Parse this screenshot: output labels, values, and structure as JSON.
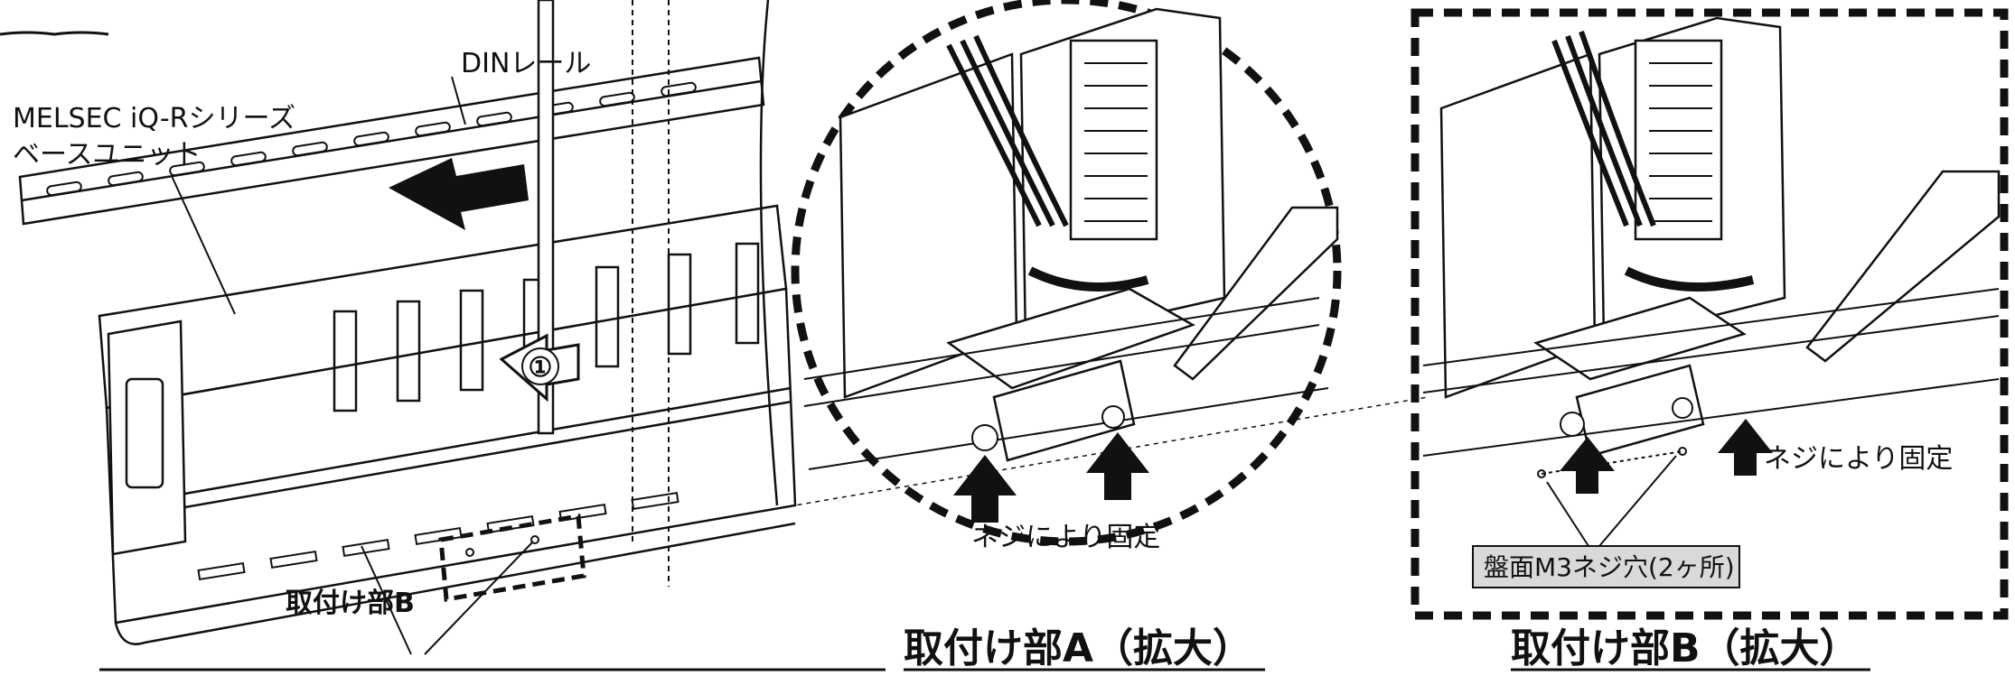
{
  "labels": {
    "din_rail": "DINレール",
    "base_unit_line1": "MELSEC iQ-Rシリーズ",
    "base_unit_line2": "ベースユニット",
    "mount_b_small": "取付け部B",
    "fix_screw_a": "ネジにより固定",
    "fix_screw_b": "ネジにより固定",
    "screw_holes": "盤面M3ネジ穴(2ヶ所)",
    "step_number": "①"
  },
  "captions": {
    "mount_a": "取付け部A（拡大）",
    "mount_b": "取付け部B（拡大）"
  },
  "colors": {
    "line": "#111111",
    "label_box_fill": "#d9d9d9",
    "background": "#ffffff"
  },
  "icons": {
    "push_arrow": "arrow-left-icon",
    "up_arrows": "arrow-up-icon"
  }
}
